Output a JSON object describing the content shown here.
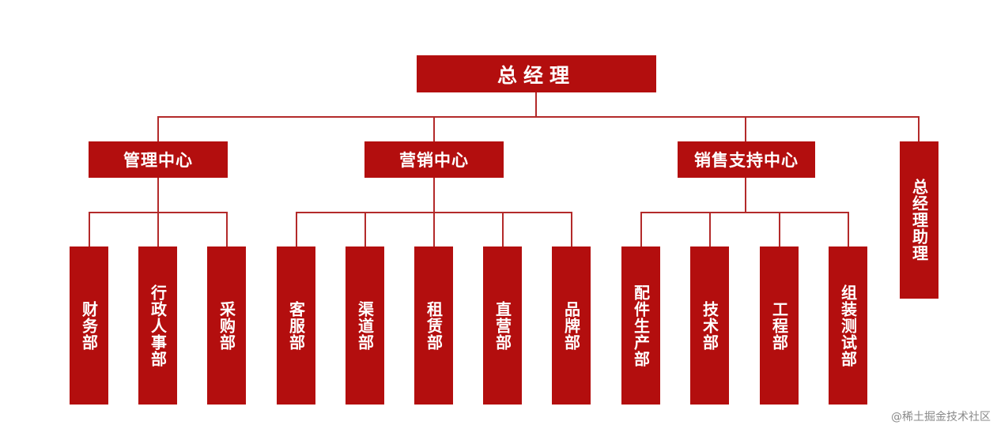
{
  "org": {
    "root": "总经理",
    "centers": [
      {
        "label": "管理中心",
        "depts": [
          "财务部",
          "行政人事部",
          "采购部"
        ]
      },
      {
        "label": "营销中心",
        "depts": [
          "客服部",
          "渠道部",
          "租赁部",
          "直营部",
          "品牌部"
        ]
      },
      {
        "label": "销售支持中心",
        "depts": [
          "配件生产部",
          "技术部",
          "工程部",
          "组装测试部"
        ]
      }
    ],
    "assistant": "总经理助理"
  },
  "watermark": "@稀土掘金技术社区",
  "colors": {
    "box": "#b30e0e",
    "line": "#b32a2a"
  }
}
